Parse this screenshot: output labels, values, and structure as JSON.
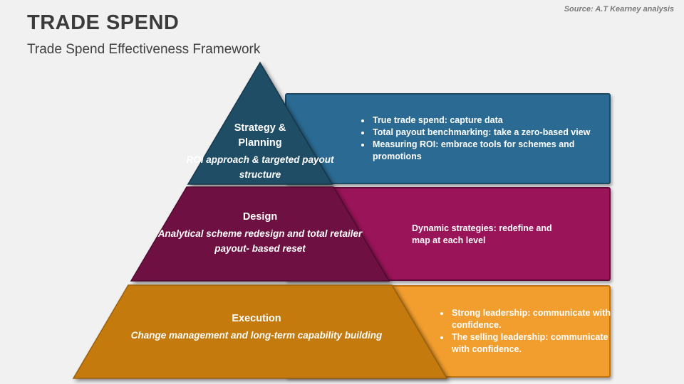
{
  "slide": {
    "title": "TRADE SPEND",
    "subtitle": "Trade Spend Effectiveness Framework",
    "source": "Source: A.T Kearney analysis",
    "background_color": "#f1f1f2",
    "text_color": "#ffffff"
  },
  "pyramid": {
    "levels": [
      {
        "label": "Strategy & Planning",
        "sublabel": "ROI approach & targeted payout structure",
        "segment_color": "#1f4d66",
        "segment_border": "#16384a",
        "panel_color": "#2b6b93",
        "panel_border": "#1d4a63",
        "bullets": [
          "True trade spend: capture data",
          "Total payout benchmarking: take a zero-based view",
          "Measuring ROI: embrace tools for schemes and promotions"
        ]
      },
      {
        "label": "Design",
        "sublabel": "Analytical scheme redesign and total retailer payout- based reset",
        "segment_color": "#6e1041",
        "segment_border": "#520b30",
        "panel_color": "#9a1459",
        "panel_border": "#63093a",
        "note": "Dynamic strategies: redefine and map at each level"
      },
      {
        "label": "Execution",
        "sublabel": "Change management and long-term capability building",
        "segment_color": "#c47a0c",
        "segment_border": "#9c600a",
        "panel_color": "#f29e2e",
        "panel_border": "#c07211",
        "bullets": [
          "Strong leadership: communicate with confidence.",
          "The selling leadership: communicate with confidence."
        ]
      }
    ]
  }
}
